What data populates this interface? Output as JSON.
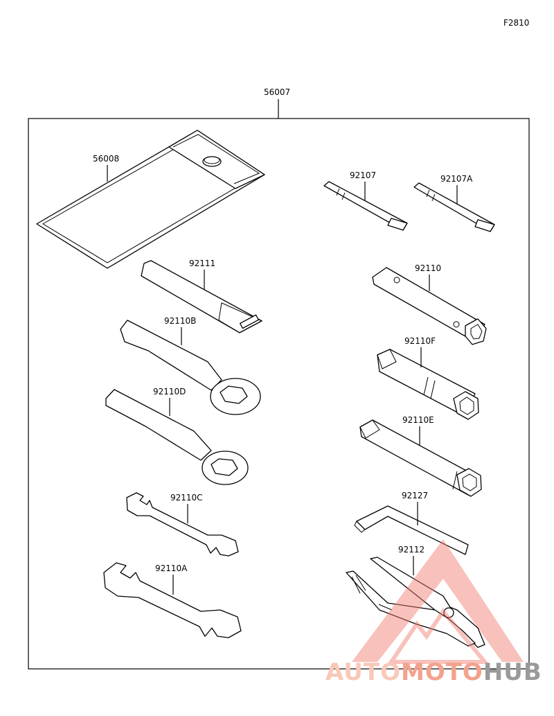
{
  "figure_code": "F2810",
  "kit_label": "56007",
  "parts": {
    "p56008": "56008",
    "p92107": "92107",
    "p92107A": "92107A",
    "p92111": "92111",
    "p92110": "92110",
    "p92110B": "92110B",
    "p92110F": "92110F",
    "p92110D": "92110D",
    "p92110E": "92110E",
    "p92110C": "92110C",
    "p92127": "92127",
    "p92112": "92112",
    "p92110A": "92110A"
  },
  "watermark": {
    "part1": "AUTO",
    "part2": "MOTO",
    "part3": "HUB",
    "color_a": "#f8c8b8",
    "color_b": "#f3a28e",
    "color_c": "#9a9a9a",
    "triangle_color": "#f07a70"
  }
}
